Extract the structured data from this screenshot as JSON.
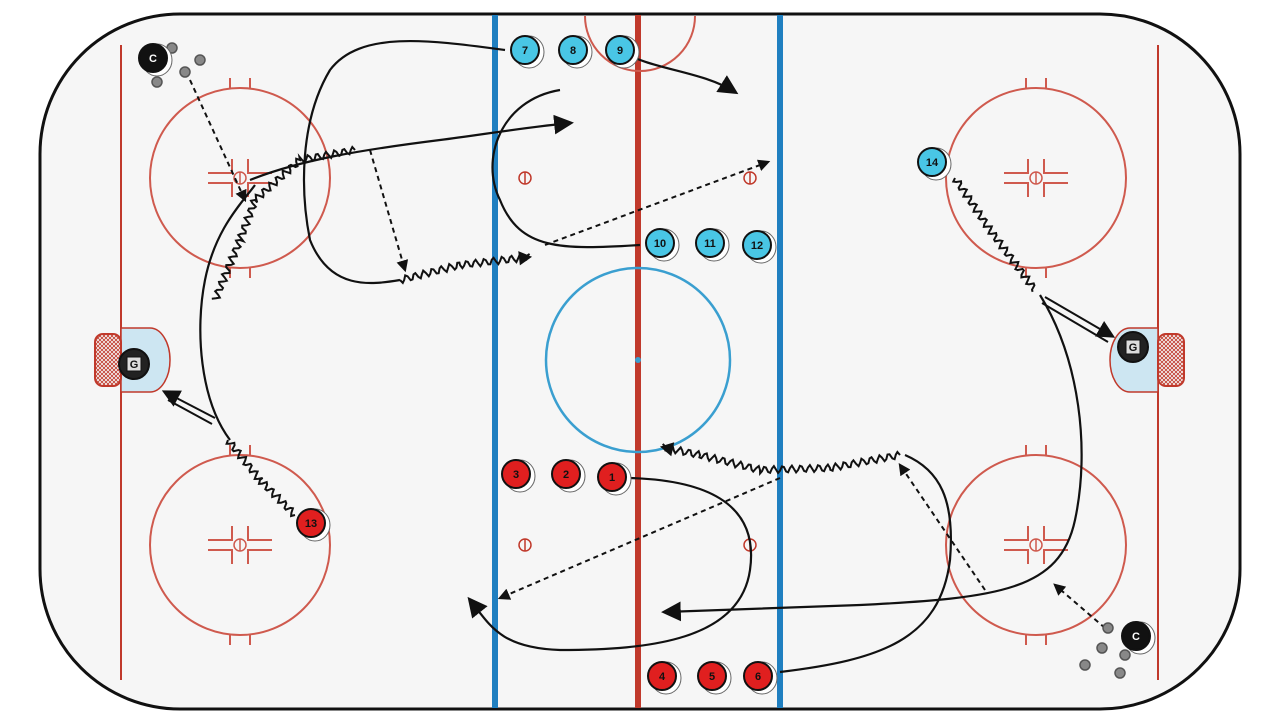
{
  "diagram": {
    "type": "hockey-drill-full-ice"
  },
  "colors": {
    "ice": "#f6f6f6",
    "boards": "#111111",
    "red_line": "#c0392b",
    "blue_line": "#1f7fc0",
    "faceoff": "#cf5a4e",
    "center_circle": "#3a9fd0",
    "team_cyan": "#49c6e5",
    "team_red": "#e01f1f",
    "coach": "#111111",
    "goalie": "#222222",
    "puck": "#777777",
    "path": "#111111"
  },
  "players": {
    "cyan": [
      {
        "label": "7"
      },
      {
        "label": "8"
      },
      {
        "label": "9"
      },
      {
        "label": "10"
      },
      {
        "label": "11"
      },
      {
        "label": "12"
      },
      {
        "label": "14"
      }
    ],
    "red": [
      {
        "label": "3"
      },
      {
        "label": "2"
      },
      {
        "label": "1"
      },
      {
        "label": "4"
      },
      {
        "label": "5"
      },
      {
        "label": "6"
      },
      {
        "label": "13"
      }
    ]
  },
  "coaches": [
    {
      "label": "C"
    },
    {
      "label": "C"
    }
  ],
  "goalies": [
    {
      "label": "G"
    },
    {
      "label": "G"
    }
  ]
}
